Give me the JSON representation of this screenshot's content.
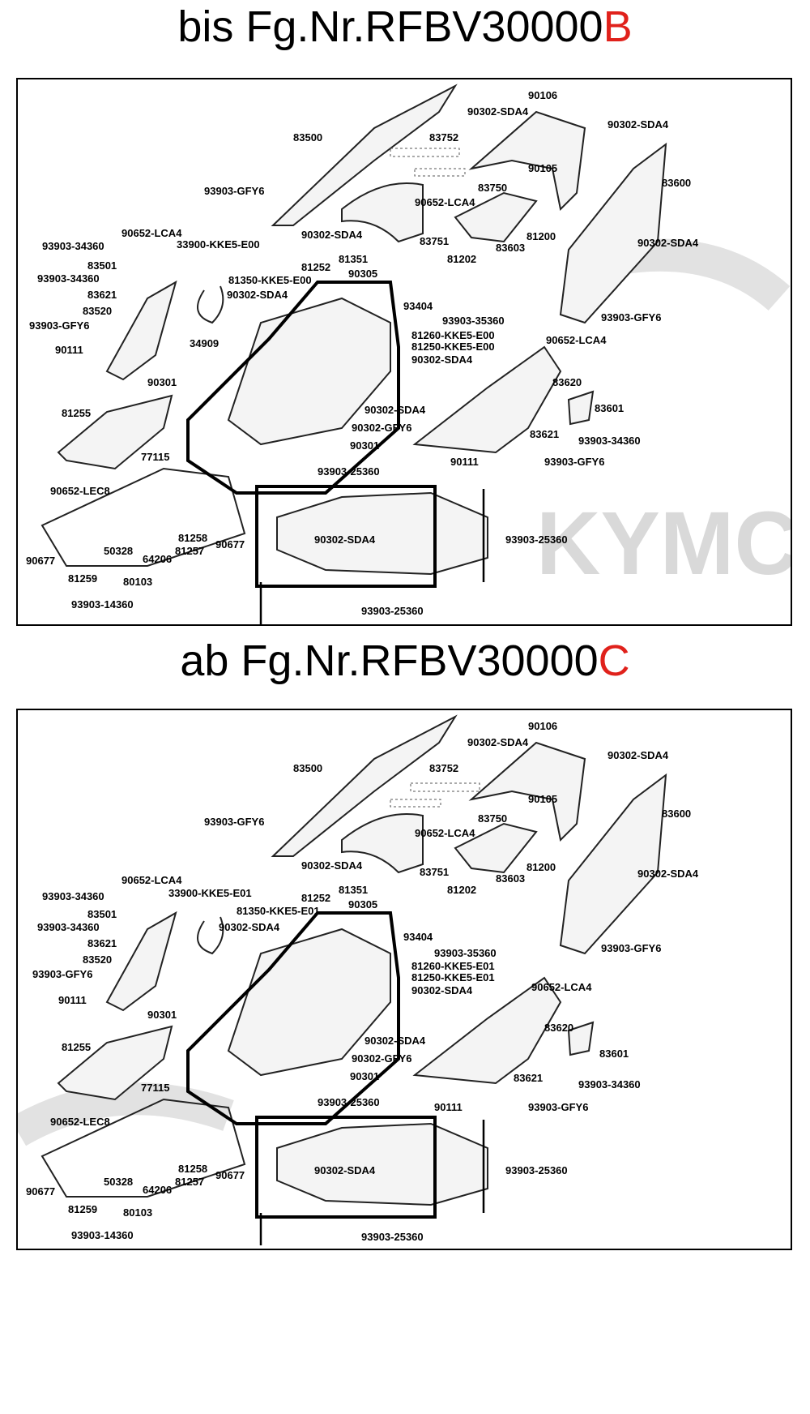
{
  "diagrams": [
    {
      "heading_prefix": "bis Fg.Nr.RFBV30000",
      "heading_suffix": "B",
      "watermark": "KYMC",
      "labels": {
        "l90106": "90106",
        "l90302_top": "90302-SDA4",
        "l83752": "83752",
        "l90302_r": "90302-SDA4",
        "l83500": "83500",
        "l90105": "90105",
        "l83600": "83600",
        "l93903gfy6_a": "93903-GFY6",
        "l83750": "83750",
        "l90652lca4_a": "90652-LCA4",
        "l90302_sda4_mid": "90302-SDA4",
        "l83751": "83751",
        "l81200": "81200",
        "l90302_rr": "90302-SDA4",
        "l90652lca4_b": "90652-LCA4",
        "l93903_34360_a": "93903-34360",
        "l33900": "33900-KKE5-E00",
        "l81252": "81252",
        "l81351": "81351",
        "l81202": "81202",
        "l83603": "83603",
        "l83501": "83501",
        "l93903_34360_b": "93903-34360",
        "l81350": "81350-KKE5-E00",
        "l90305": "90305",
        "l90302_sda4_c": "90302-SDA4",
        "l83621": "83621",
        "l93404": "93404",
        "l83520": "83520",
        "l93903_35360": "93903-35360",
        "l93903gfy6_b": "93903-GFY6",
        "l93903gfy6_c": "93903-GFY6",
        "l34909": "34909",
        "l81260": "81260-KKE5-E00",
        "l90652lca4_c": "90652-LCA4",
        "l90111_a": "90111",
        "l81250": "81250-KKE5-E00",
        "l90302_sda4_d": "90302-SDA4",
        "l90301_a": "90301",
        "l83620": "83620",
        "l90302_sda4_e": "90302-SDA4",
        "l83601": "83601",
        "l81255": "81255",
        "l90302gfy6": "90302-GFY6",
        "l83621_b": "83621",
        "l93903_34360_c": "93903-34360",
        "l90301_b": "90301",
        "l90111_b": "90111",
        "l93903gfy6_d": "93903-GFY6",
        "l77115": "77115",
        "l93903_25360_a": "93903-25360",
        "l90652lec8": "90652-LEC8",
        "l90302_sda4_f": "90302-SDA4",
        "l93903_25360_b": "93903-25360",
        "l81258": "81258",
        "l90677_a": "90677",
        "l50328": "50328",
        "l64206": "64206",
        "l81257": "81257",
        "l90677_b": "90677",
        "l81259": "81259",
        "l80103": "80103",
        "l93903_14360": "93903-14360",
        "l93903_25360_c": "93903-25360"
      }
    },
    {
      "heading_prefix": "ab Fg.Nr.RFBV30000",
      "heading_suffix": "C",
      "watermark": "",
      "labels": {
        "l90106": "90106",
        "l90302_top": "90302-SDA4",
        "l83752": "83752",
        "l90302_r": "90302-SDA4",
        "l83500": "83500",
        "l90105": "90105",
        "l83600": "83600",
        "l93903gfy6_a": "93903-GFY6",
        "l83750": "83750",
        "l90652lca4_a": "90652-LCA4",
        "l90302_sda4_mid": "90302-SDA4",
        "l83751": "83751",
        "l81200": "81200",
        "l90302_rr": "90302-SDA4",
        "l90652lca4_b": "90652-LCA4",
        "l93903_34360_a": "93903-34360",
        "l33900": "33900-KKE5-E01",
        "l81252": "81252",
        "l81351": "81351",
        "l81202": "81202",
        "l83603": "83603",
        "l83501": "83501",
        "l93903_34360_b": "93903-34360",
        "l81350": "81350-KKE5-E01",
        "l90305": "90305",
        "l90302_sda4_c": "90302-SDA4",
        "l83621": "83621",
        "l93404": "93404",
        "l83520": "83520",
        "l93903_35360": "93903-35360",
        "l93903gfy6_b": "93903-GFY6",
        "l93903gfy6_c": "93903-GFY6",
        "l34909": "",
        "l81260": "81260-KKE5-E01",
        "l90652lca4_c": "90652-LCA4",
        "l90111_a": "90111",
        "l81250": "81250-KKE5-E01",
        "l90302_sda4_d": "90302-SDA4",
        "l90301_a": "90301",
        "l83620": "83620",
        "l90302_sda4_e": "90302-SDA4",
        "l83601": "83601",
        "l81255": "81255",
        "l90302gfy6": "90302-GFY6",
        "l83621_b": "83621",
        "l93903_34360_c": "93903-34360",
        "l90301_b": "90301",
        "l90111_b": "90111",
        "l93903gfy6_d": "93903-GFY6",
        "l77115": "77115",
        "l93903_25360_a": "93903-25360",
        "l90652lec8": "90652-LEC8",
        "l90302_sda4_f": "90302-SDA4",
        "l93903_25360_b": "93903-25360",
        "l81258": "81258",
        "l90677_a": "90677",
        "l50328": "50328",
        "l64206": "64206",
        "l81257": "81257",
        "l90677_b": "90677",
        "l81259": "81259",
        "l80103": "80103",
        "l93903_14360": "93903-14360",
        "l93903_25360_c": "93903-25360"
      }
    }
  ]
}
